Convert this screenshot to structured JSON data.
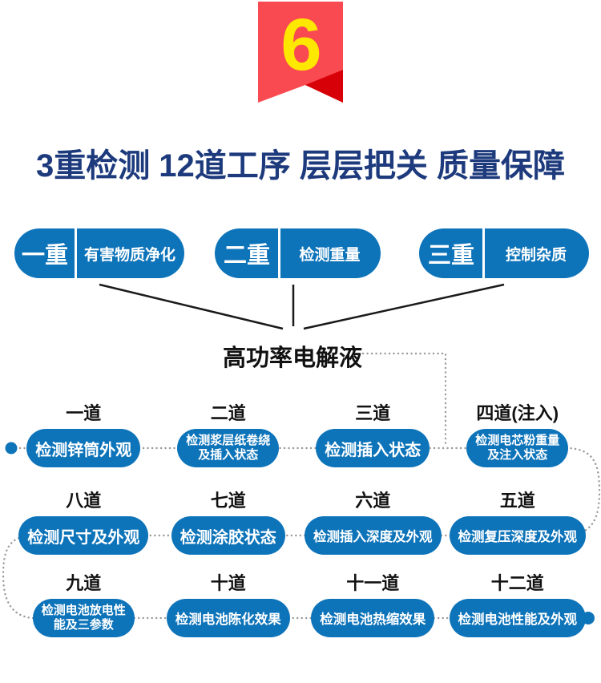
{
  "badge": {
    "number": "6"
  },
  "title": "3重检测 12道工序 层层把关 质量保障",
  "levels": [
    {
      "label": "一重",
      "desc": "有害物质净化"
    },
    {
      "label": "二重",
      "desc": "检测重量"
    },
    {
      "label": "三重",
      "desc": "控制杂质"
    }
  ],
  "center_node": "高功率电解液",
  "process_rows": [
    {
      "cells": [
        {
          "label": "一道",
          "lines": [
            "检测锌筒外观"
          ]
        },
        {
          "label": "二道",
          "lines": [
            "检测浆层纸卷绕",
            "及插入状态"
          ]
        },
        {
          "label": "三道",
          "lines": [
            "检测插入状态"
          ]
        },
        {
          "label": "四道(注入)",
          "lines": [
            "检测电芯粉重量",
            "及注入状态"
          ]
        }
      ]
    },
    {
      "cells": [
        {
          "label": "八道",
          "lines": [
            "检测尺寸及外观"
          ]
        },
        {
          "label": "七道",
          "lines": [
            "检测涂胶状态"
          ]
        },
        {
          "label": "六道",
          "lines": [
            "检测插入深度及外观"
          ]
        },
        {
          "label": "五道",
          "lines": [
            "检测复压深度及外观"
          ]
        }
      ]
    },
    {
      "cells": [
        {
          "label": "九道",
          "lines": [
            "检测电池放电性",
            "能及三参数"
          ]
        },
        {
          "label": "十道",
          "lines": [
            "检测电池陈化效果"
          ]
        },
        {
          "label": "十一道",
          "lines": [
            "检测电池热缩效果"
          ]
        },
        {
          "label": "十二道",
          "lines": [
            "检测电池性能及外观"
          ]
        }
      ]
    }
  ],
  "colors": {
    "pill_blue": "#0e74ba",
    "title_navy": "#1d3a7d",
    "ribbon_red": "#fa4a51",
    "ribbon_fold": "#d80008",
    "badge_yellow": "#ffe800",
    "dot_gray": "#999999",
    "line_black": "#1a1a1a"
  }
}
